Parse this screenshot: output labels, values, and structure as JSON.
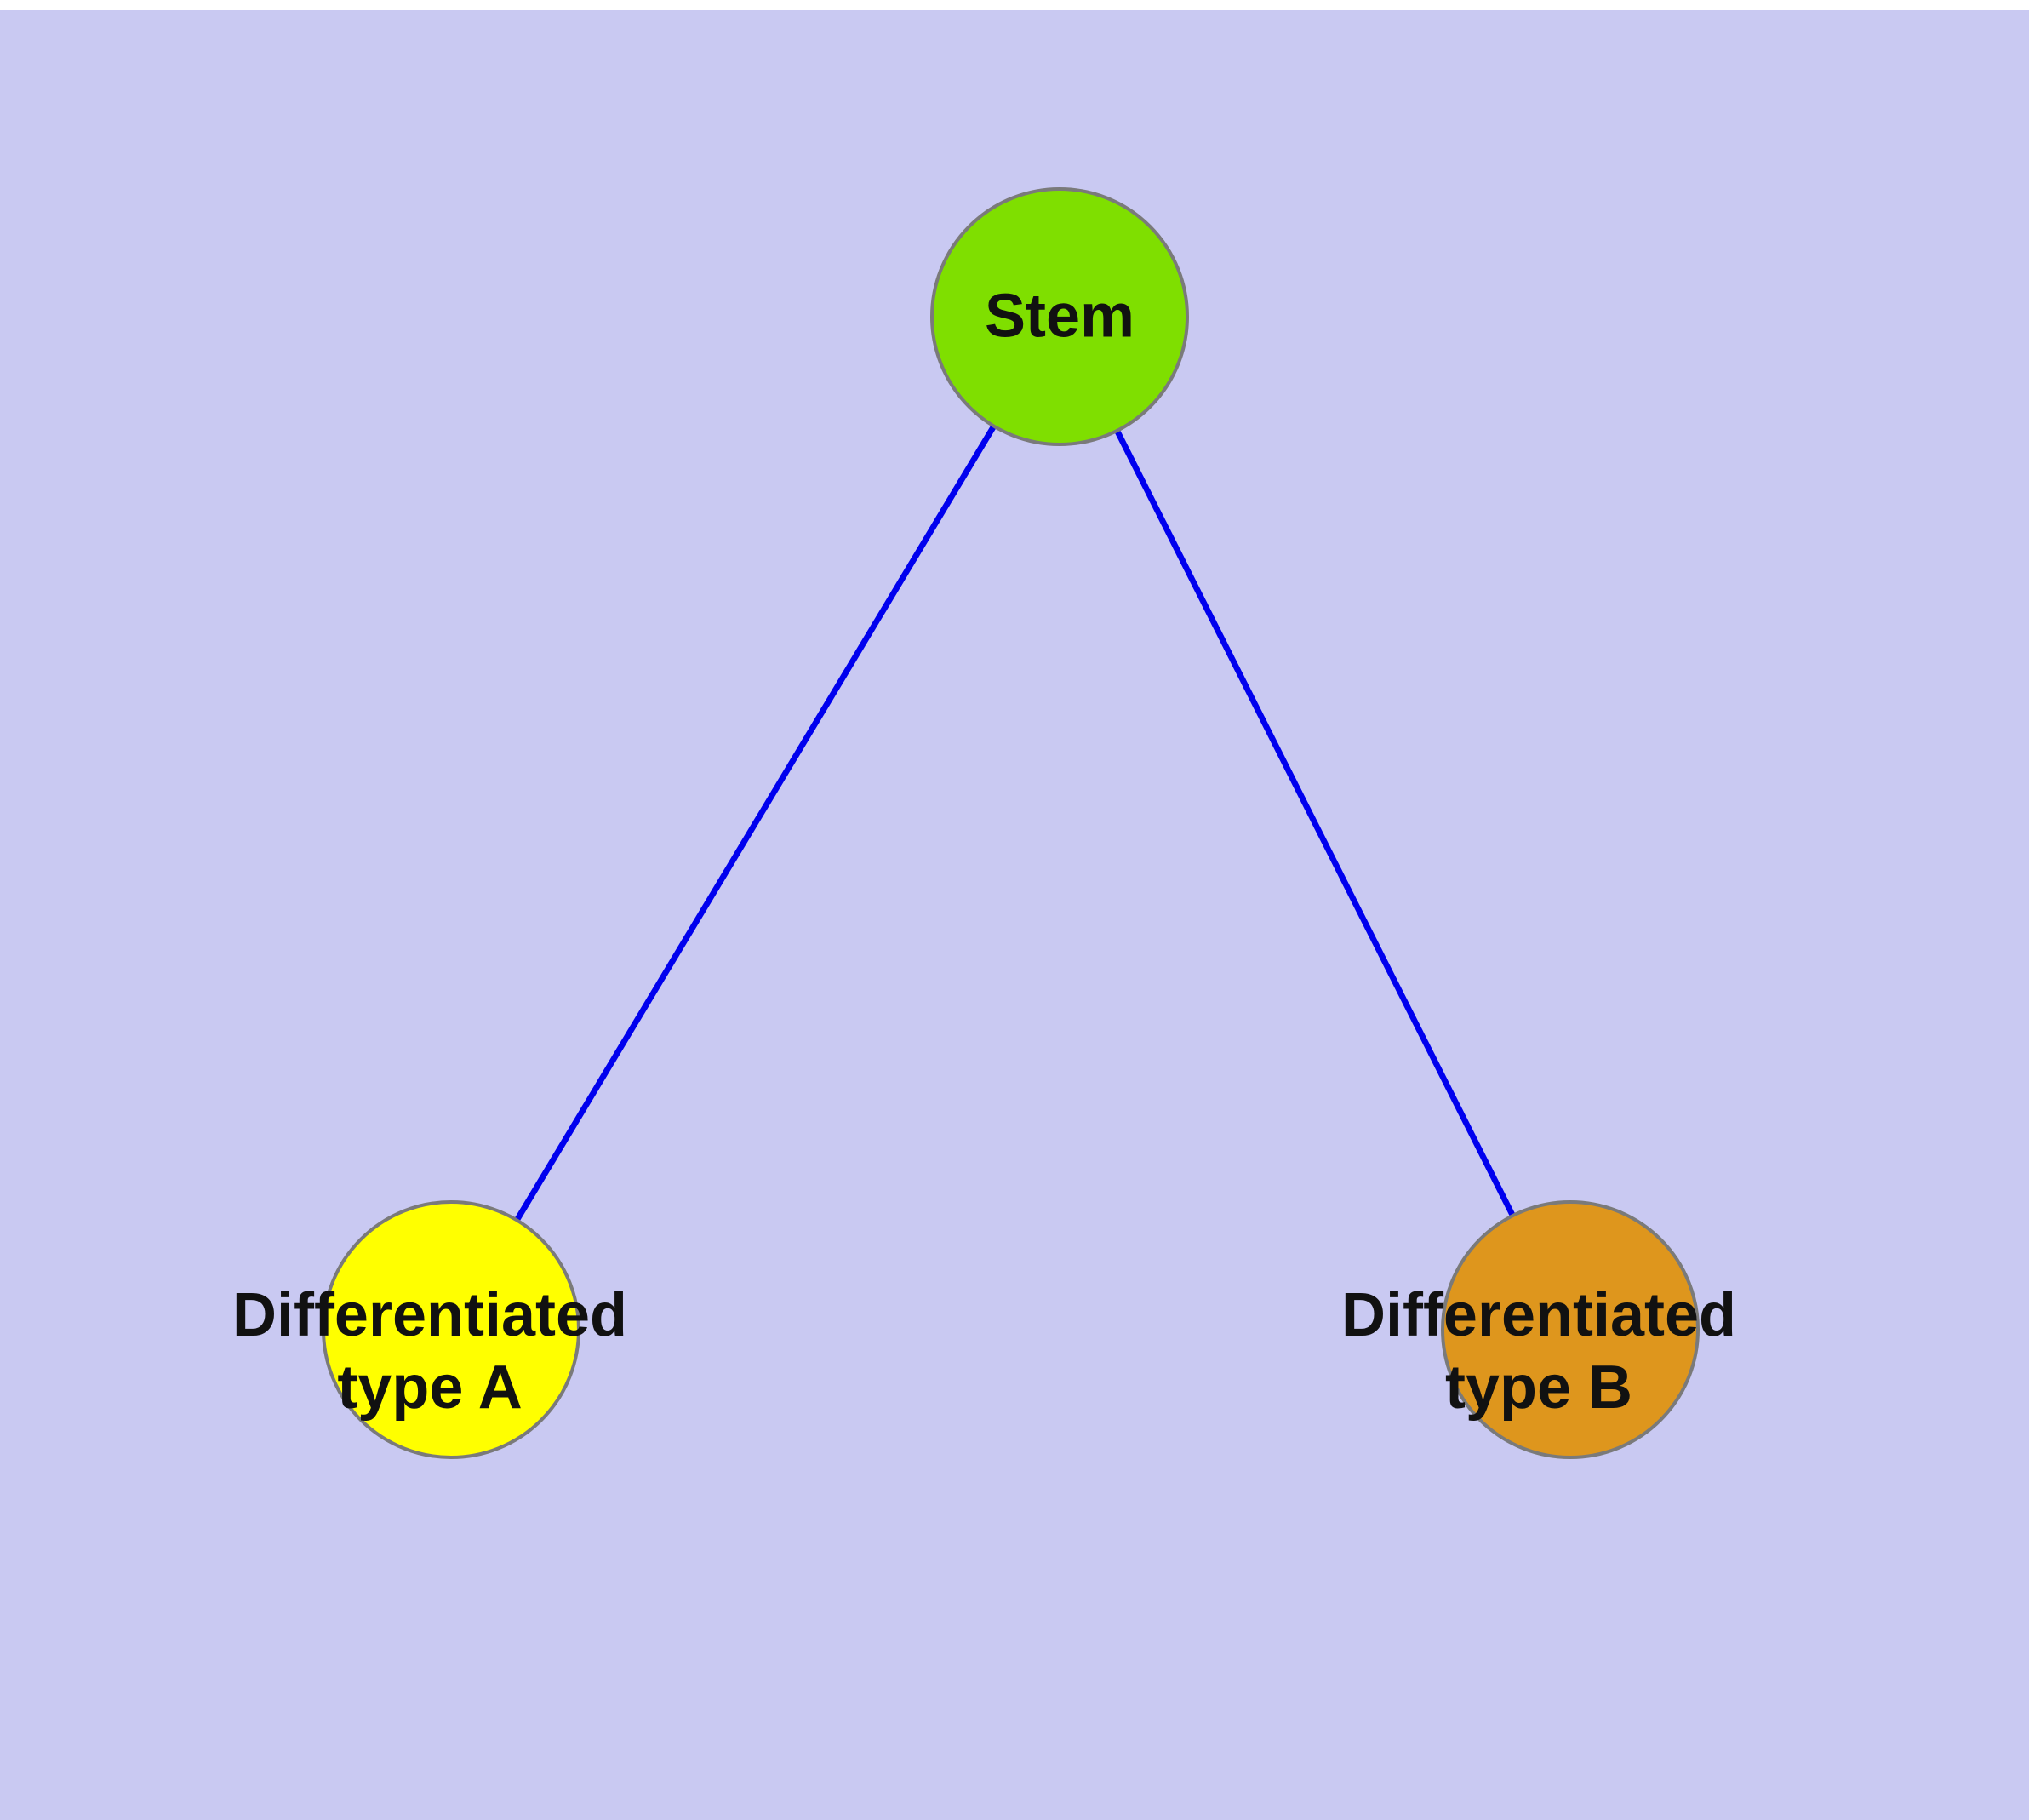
{
  "diagram": {
    "type": "graph",
    "background": "#c9c9f2",
    "node_border_color": "#7a7a7a",
    "edge_color": "#0000ee",
    "nodes": {
      "stem": {
        "label": "Stem",
        "fill": "#7fdf00"
      },
      "type_a": {
        "label": "Differentiated\ntype A",
        "fill": "#ffff00"
      },
      "type_b": {
        "label": "Differentiated\ntype B",
        "fill": "#de961d"
      }
    },
    "edges": [
      {
        "from": "stem",
        "to": "type_a",
        "color": "#0000ee"
      },
      {
        "from": "stem",
        "to": "type_b",
        "color": "#0000ee"
      }
    ]
  }
}
